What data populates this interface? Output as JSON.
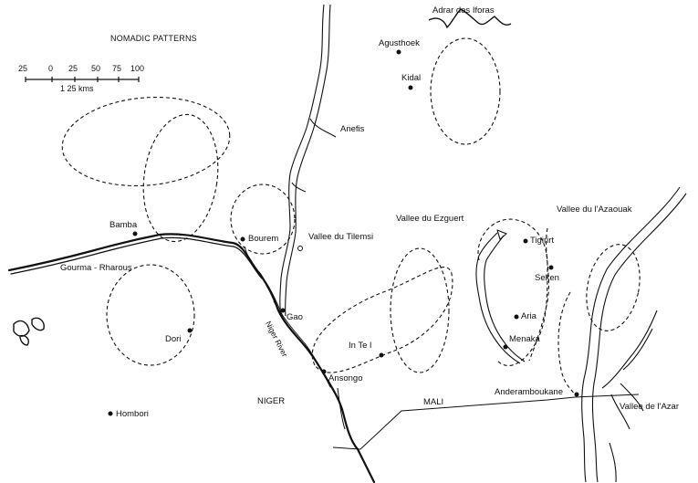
{
  "map": {
    "title": "NOMADIC PATTERNS",
    "scale": {
      "ticks": [
        "25",
        "0",
        "25",
        "50",
        "75",
        "100"
      ],
      "unit": "1 25 kms"
    },
    "places": {
      "adrar": "Adrar des Iforas",
      "agusthoek": "Agusthoek",
      "kidal": "Kidal",
      "anefis": "Anefis",
      "bamba": "Bamba",
      "bourem": "Bourem",
      "tilemsi": "Vallee du Tilemsi",
      "gourma": "Gourma - Rharous",
      "gao": "Gao",
      "niger_river": "Niger River",
      "dori": "Dori",
      "in_tell": "In Te l",
      "ansongo": "Ansongo",
      "ezguert": "Vallee du Ezguert",
      "tigirirt": "Tigirirt",
      "azaouak": "Vallee du l'Azaouak",
      "seken": "Seken",
      "aria": "Aria",
      "menaka": "Menaka",
      "anderamboukane": "Anderamboukane",
      "niger": "NIGER",
      "mali": "MALI",
      "hombori": "Hombori",
      "azar": "Vallee de l'Azar"
    }
  }
}
